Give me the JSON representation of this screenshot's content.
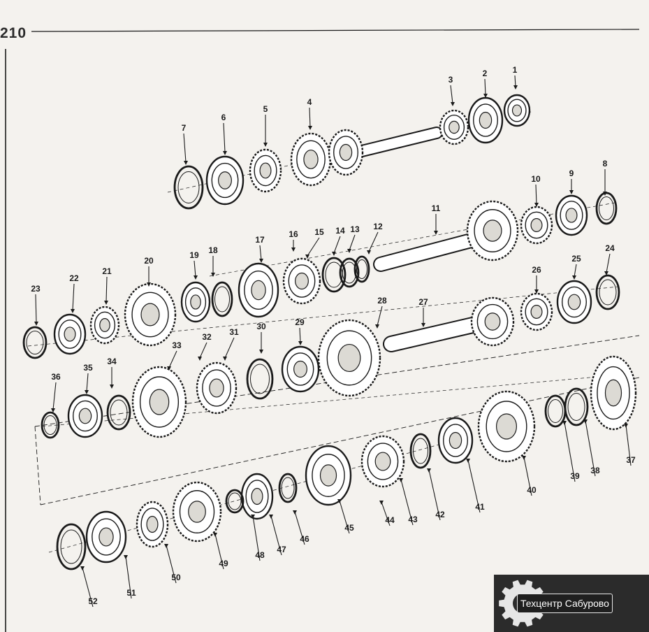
{
  "page": {
    "number": "210"
  },
  "diagram": {
    "type": "exploded-view",
    "callouts": [
      "1",
      "2",
      "3",
      "4",
      "5",
      "6",
      "7",
      "8",
      "9",
      "10",
      "11",
      "12",
      "13",
      "14",
      "15",
      "16",
      "17",
      "18",
      "19",
      "20",
      "21",
      "22",
      "23",
      "24",
      "25",
      "26",
      "27",
      "28",
      "29",
      "30",
      "31",
      "32",
      "33",
      "34",
      "35",
      "36",
      "37",
      "38",
      "39",
      "40",
      "41",
      "42",
      "43",
      "44",
      "45",
      "46",
      "47",
      "48",
      "49",
      "50",
      "51",
      "52"
    ]
  },
  "watermark": {
    "label": "Техцентр Сабурово",
    "icon": "gear-icon"
  },
  "colors": {
    "paper": "#f4f2ee",
    "ink": "#1a1a1a",
    "watermark_bg": "#2b2b2b"
  }
}
